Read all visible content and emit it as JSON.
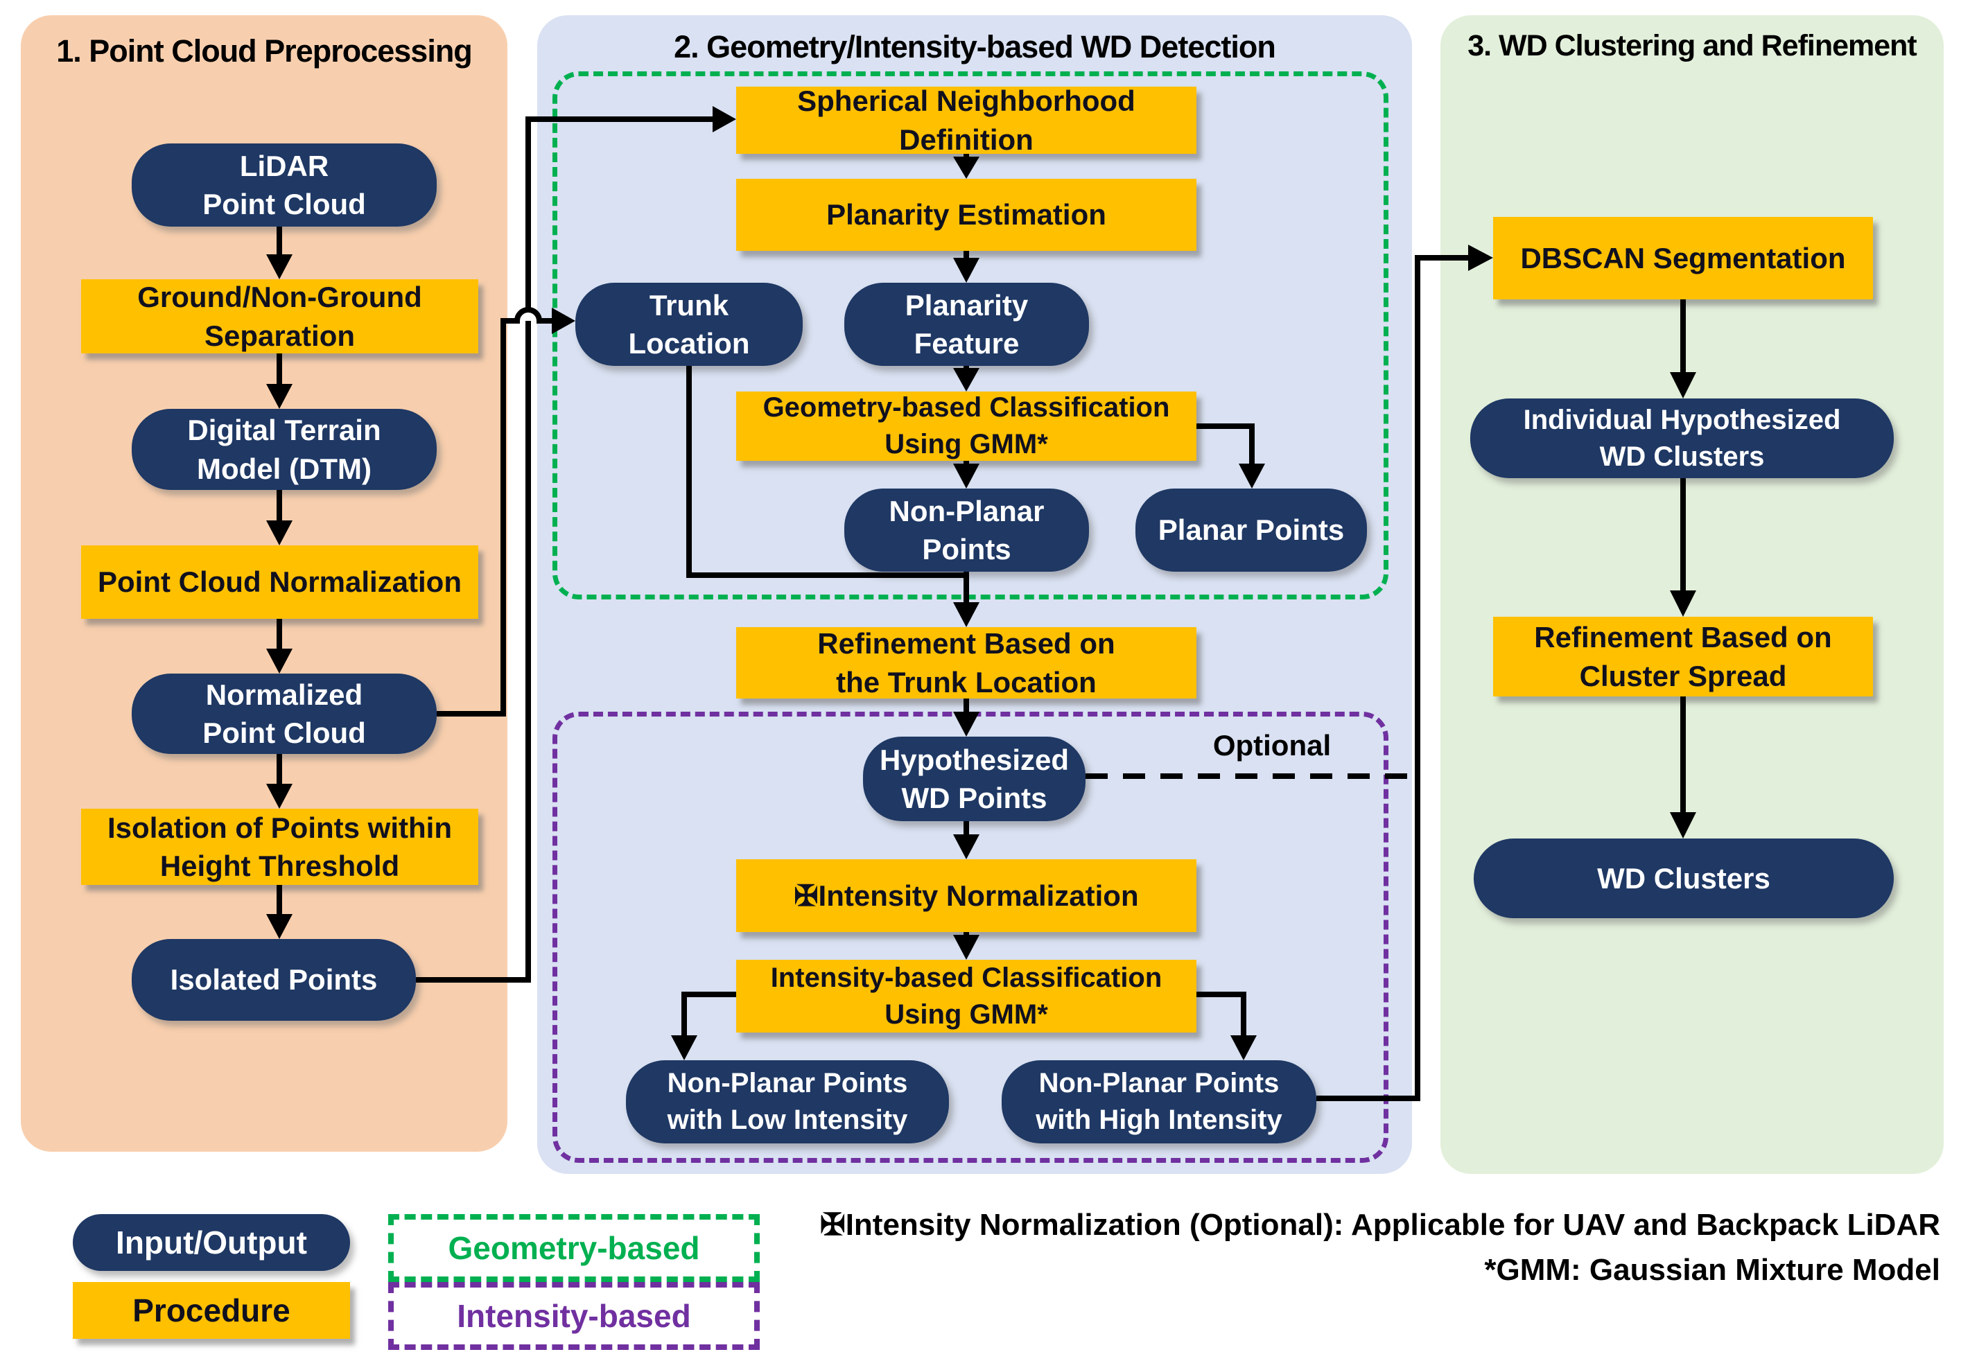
{
  "figure": {
    "type": "flowchart",
    "panels": {
      "p1": {
        "title": "1. Point Cloud Preprocessing"
      },
      "p2": {
        "title": "2. Geometry/Intensity-based WD Detection"
      },
      "p3": {
        "title": "3. WD Clustering and Refinement"
      }
    }
  },
  "nodes": {
    "lidar": {
      "type": "input-output",
      "label": "LiDAR\nPoint Cloud"
    },
    "ground": {
      "type": "procedure",
      "label": "Ground/Non-Ground\nSeparation"
    },
    "dtm": {
      "type": "input-output",
      "label": "Digital Terrain\nModel (DTM)"
    },
    "pcnorm": {
      "type": "procedure",
      "label": "Point Cloud Normalization"
    },
    "normpc": {
      "type": "input-output",
      "label": "Normalized\nPoint Cloud"
    },
    "isolation": {
      "type": "procedure",
      "label": "Isolation of Points within\nHeight Threshold"
    },
    "isolated": {
      "type": "input-output",
      "label": "Isolated Points"
    },
    "sphere": {
      "type": "procedure",
      "label": "Spherical Neighborhood\nDefinition"
    },
    "planest": {
      "type": "procedure",
      "label": "Planarity Estimation"
    },
    "trunk": {
      "type": "input-output",
      "label": "Trunk\nLocation"
    },
    "planfeat": {
      "type": "input-output",
      "label": "Planarity\nFeature"
    },
    "geomclass": {
      "type": "procedure",
      "label": "Geometry-based Classification\nUsing GMM*"
    },
    "nonplanar": {
      "type": "input-output",
      "label": "Non-Planar\nPoints"
    },
    "planar": {
      "type": "input-output",
      "label": "Planar Points"
    },
    "refinetrunk": {
      "type": "procedure",
      "label": "Refinement Based on\nthe Trunk Location"
    },
    "hypwd": {
      "type": "input-output",
      "label": "Hypothesized\nWD Points"
    },
    "optional": {
      "label": "Optional"
    },
    "intnorm": {
      "type": "procedure",
      "label": "✠Intensity Normalization"
    },
    "intclass": {
      "type": "procedure",
      "label": "Intensity-based Classification\nUsing GMM*"
    },
    "lowint": {
      "type": "input-output",
      "label": "Non-Planar Points\nwith Low Intensity"
    },
    "highint": {
      "type": "input-output",
      "label": "Non-Planar Points\nwith High Intensity"
    },
    "dbscan": {
      "type": "procedure",
      "label": "DBSCAN Segmentation"
    },
    "indiv": {
      "type": "input-output",
      "label": "Individual Hypothesized\nWD Clusters"
    },
    "refinespread": {
      "type": "procedure",
      "label": "Refinement Based on\nCluster Spread"
    },
    "wdclusters": {
      "type": "input-output",
      "label": "WD Clusters"
    }
  },
  "legend": {
    "input_output": "Input/Output",
    "procedure": "Procedure",
    "geometry_based": "Geometry-based",
    "intensity_based": "Intensity-based"
  },
  "footnotes": {
    "line1": "✠Intensity Normalization (Optional): Applicable for UAV and Backpack LiDAR",
    "line2": "*GMM: Gaussian Mixture Model"
  },
  "colors": {
    "io_fill": "#1F3864",
    "io_text": "#FFFFFF",
    "procedure_fill": "#FFC000",
    "procedure_text": "#10101E",
    "geometry_dashed": "#00B050",
    "intensity_dashed": "#7030A0",
    "optional_line": "#000000",
    "connector": "#000000",
    "panel1_bg": "#F8CFAE",
    "panel2_bg": "#D9E1F2",
    "panel3_bg": "#E2EFDA"
  }
}
